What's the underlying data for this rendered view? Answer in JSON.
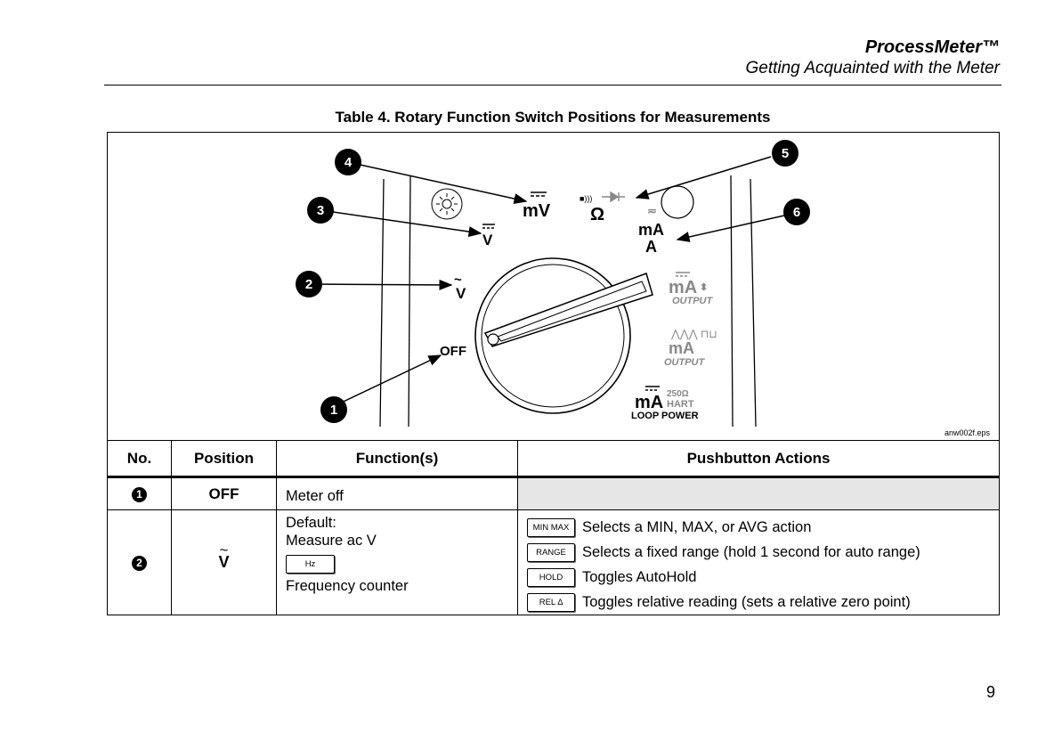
{
  "header": {
    "title": "ProcessMeter™",
    "subtitle": "Getting Acquainted with the Meter"
  },
  "table_caption": "Table 4. Rotary Function Switch Positions for Measurements",
  "figure": {
    "filename": "anw002f.eps",
    "callouts": [
      "1",
      "2",
      "3",
      "4",
      "5",
      "6"
    ],
    "dial_labels": {
      "off": "OFF",
      "v_ac": "V",
      "v_dc": "V",
      "mv_dc": "mV",
      "ohm": "Ω",
      "ma": "mA",
      "a": "A",
      "ma_output_1": "mA",
      "output_1": "OUTPUT",
      "ma_output_2": "mA",
      "output_2": "OUTPUT",
      "ma_loop": "mA",
      "hart_ohms": "250Ω",
      "hart": "HART",
      "loop_power": "LOOP POWER"
    }
  },
  "table": {
    "headers": [
      "No.",
      "Position",
      "Function(s)",
      "Pushbutton Actions"
    ],
    "rows": [
      {
        "no": "1",
        "position": "OFF",
        "function": "Meter off"
      },
      {
        "no": "2",
        "position": "V",
        "function_default": "Default:",
        "function_measure": "Measure ac V",
        "function_key": "Hz",
        "function_freq": "Frequency counter",
        "actions": [
          {
            "key": "MIN MAX",
            "text": "Selects a MIN, MAX, or AVG action"
          },
          {
            "key": "RANGE",
            "text": "Selects a fixed range (hold 1 second for auto range)"
          },
          {
            "key": "HOLD",
            "text": "Toggles AutoHold"
          },
          {
            "key": "REL ∆",
            "text": "Toggles relative reading (sets a relative zero point)"
          }
        ]
      }
    ]
  },
  "page_number": "9"
}
